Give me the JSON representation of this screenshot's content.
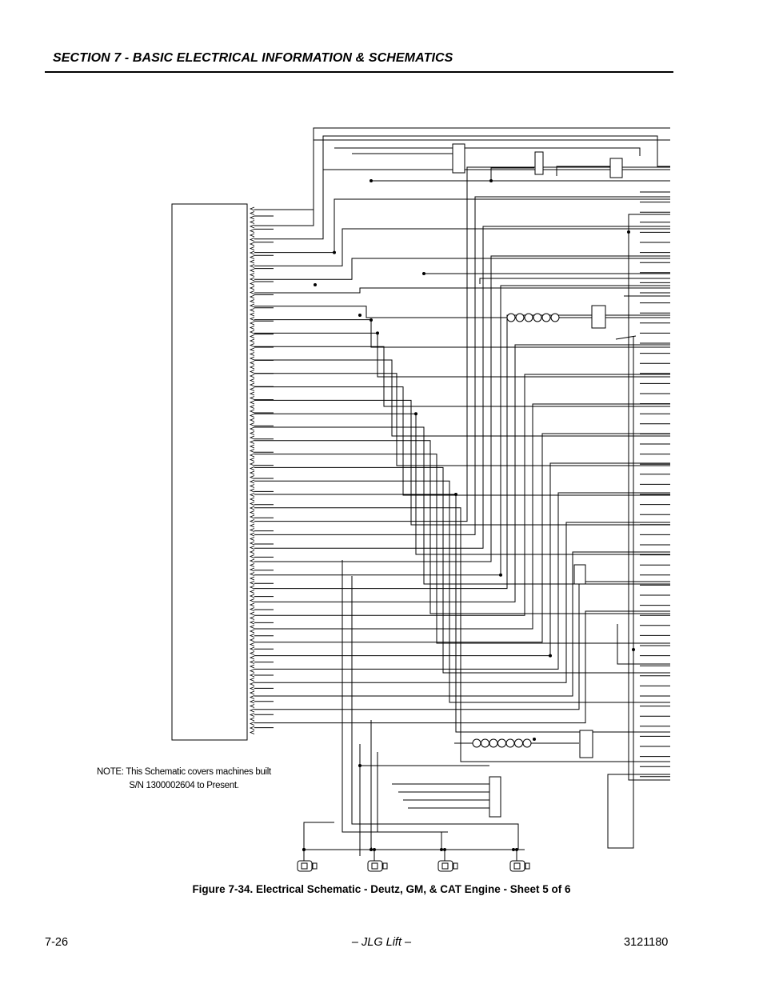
{
  "header": {
    "section_title": "SECTION 7 - BASIC ELECTRICAL INFORMATION & SCHEMATICS"
  },
  "schematic": {
    "note_line1": "NOTE: This Schematic covers machines built",
    "note_line2": "S/N 1300002604 to Present."
  },
  "caption": "Figure 7-34.  Electrical Schematic - Deutz, GM, & CAT Engine - Sheet 5 of 6",
  "footer": {
    "page_number": "7-26",
    "brand": "– JLG Lift –",
    "doc_number": "3121180"
  }
}
